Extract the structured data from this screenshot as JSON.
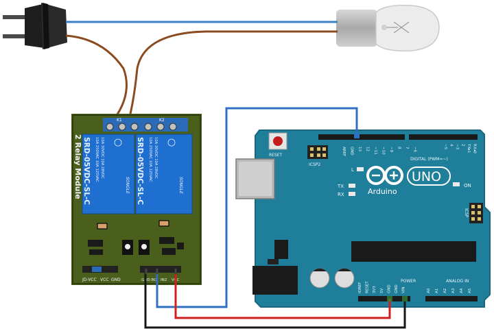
{
  "relay_module": {
    "title": "2 Relay Module",
    "terminal_labels": [
      "K1",
      "K2"
    ],
    "relays": [
      {
        "brand": "SONGLE",
        "model": "SRD-05VDC-SL-C",
        "rating_lines": [
          "10A 250VAC  10A 125VAC",
          "10A 30VDC  10A 28VDC"
        ]
      },
      {
        "brand": "SONGLE",
        "model": "SRD-05VDC-SL-C",
        "rating_lines": [
          "10A 250VAC  10A 125VAC",
          "10A 30VDC  10A 28VDC"
        ]
      }
    ],
    "jumper_labels": [
      "JD-VCC",
      "VCC",
      "GND"
    ],
    "input_pin_labels": [
      "GND",
      "IN1",
      "IN2",
      "VCC"
    ]
  },
  "arduino": {
    "brand": "Arduino",
    "model": "UNO",
    "reset_label": "RESET",
    "icsp2_label": "ICSP2",
    "icsp_label": "ICSP",
    "led_labels": [
      "L",
      "TX",
      "RX"
    ],
    "on_label": "ON",
    "digital_label": "DIGITAL (PWM=~)",
    "top_header_labels": [
      "AREF",
      "GND",
      "13",
      "12",
      "~11",
      "~10",
      "~9",
      "8",
      "7",
      "~6",
      "~5",
      "4",
      "~3",
      "2",
      "TX▸1",
      "RX◂0"
    ],
    "power_label": "POWER",
    "analog_label": "ANALOG IN",
    "power_pin_labels": [
      "IOREF",
      "RESET",
      "3V3",
      "5V",
      "GND",
      "GND",
      "VIN"
    ],
    "analog_pin_labels": [
      "A0",
      "A1",
      "A2",
      "A3",
      "A4",
      "A5"
    ]
  },
  "wire_colors": {
    "blue": "#2f6fc1",
    "brown": "#8b4a1f",
    "red": "#cf1f1f",
    "black": "#161616",
    "mains_blue": "#3b7fc4"
  },
  "components": [
    "plug-icon",
    "light-bulb-icon",
    "relay-module",
    "arduino-uno-board"
  ]
}
